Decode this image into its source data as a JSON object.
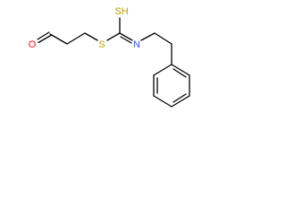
{
  "molecule": {
    "atoms": {
      "oxygen": {
        "label": "O",
        "color": "#ff0d0d"
      },
      "sulfur_thioester": {
        "label": "S",
        "color": "#b8a100"
      },
      "sulfur_thiol": {
        "label": "SH",
        "color": "#b8a100"
      },
      "nitrogen": {
        "label": "N",
        "color": "#3050f8"
      }
    },
    "bond_color": "#000000",
    "background": "#ffffff"
  }
}
